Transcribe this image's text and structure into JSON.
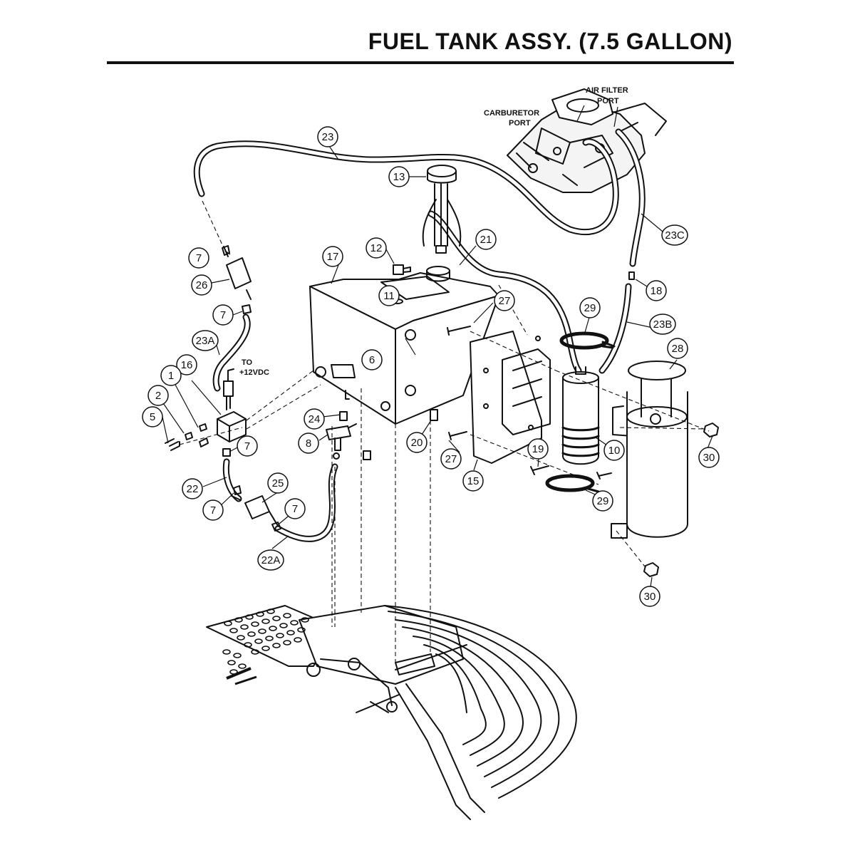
{
  "title": "FUEL TANK ASSY. (7.5 GALLON)",
  "notes": {
    "air_filter_line1": "AIR FILTER",
    "air_filter_line2": "PORT",
    "carburetor_line1": "CARBURETOR",
    "carburetor_line2": "PORT",
    "to_line1": "TO",
    "to_line2": "+12VDC"
  },
  "callouts": {
    "c1": "1",
    "c2": "2",
    "c5": "5",
    "c6": "6",
    "c7a": "7",
    "c7b": "7",
    "c7c": "7",
    "c7d": "7",
    "c7e": "7",
    "c8": "8",
    "c10": "10",
    "c11": "11",
    "c12": "12",
    "c13": "13",
    "c15": "15",
    "c16": "16",
    "c17": "17",
    "c18": "18",
    "c19": "19",
    "c20": "20",
    "c21": "21",
    "c22": "22",
    "c22a": "22A",
    "c23": "23",
    "c23a": "23A",
    "c23b": "23B",
    "c23c": "23C",
    "c24": "24",
    "c25": "25",
    "c26": "26",
    "c27a": "27",
    "c27b": "27",
    "c28": "28",
    "c29a": "29",
    "c29b": "29",
    "c30a": "30",
    "c30b": "30"
  }
}
